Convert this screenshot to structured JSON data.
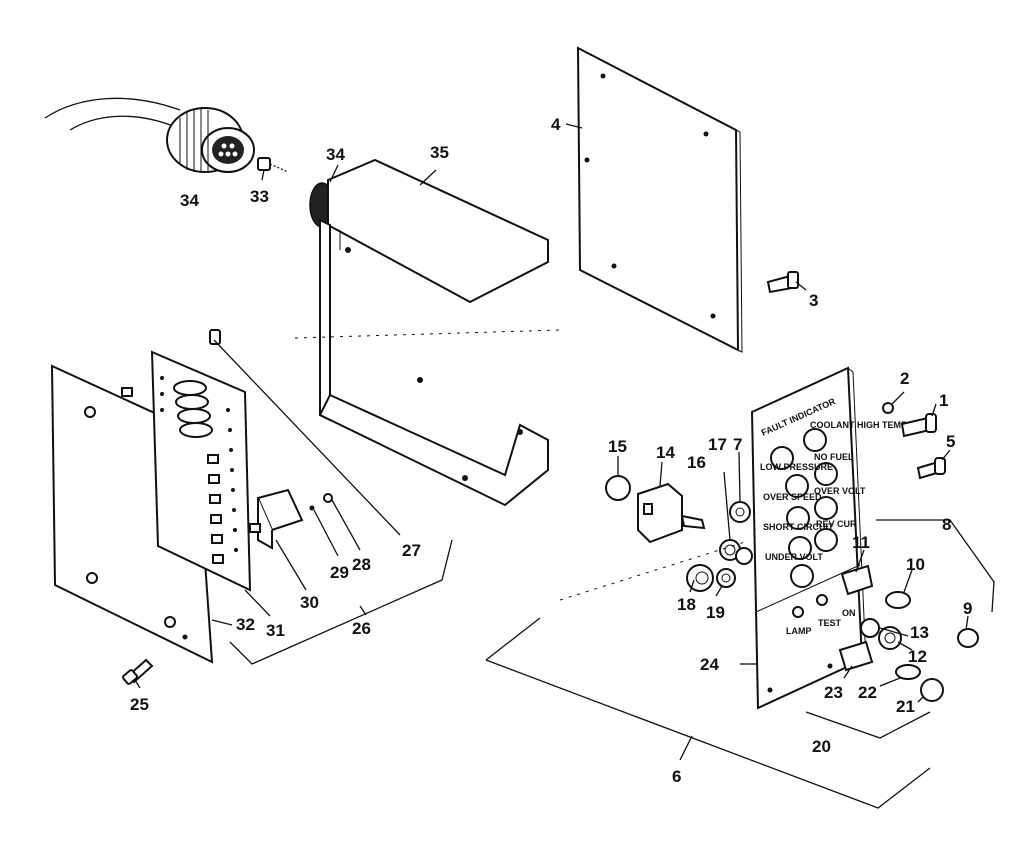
{
  "callouts": {
    "c1": "1",
    "c2": "2",
    "c3": "3",
    "c4": "4",
    "c5": "5",
    "c6": "6",
    "c7": "7",
    "c8": "8",
    "c9": "9",
    "c10": "10",
    "c11": "11",
    "c12": "12",
    "c13": "13",
    "c14": "14",
    "c15": "15",
    "c16": "16",
    "c17": "17",
    "c18": "18",
    "c19": "19",
    "c20": "20",
    "c21": "21",
    "c22": "22",
    "c23": "23",
    "c24": "24",
    "c25": "25",
    "c26": "26",
    "c27": "27",
    "c28": "28",
    "c29": "29",
    "c30": "30",
    "c31": "31",
    "c32": "32",
    "c33": "33",
    "c34a": "34",
    "c34b": "34",
    "c35": "35"
  },
  "panel": {
    "title": "FAULT INDICATOR",
    "labels": {
      "low_pressure": "LOW PRESSURE",
      "over_speed": "OVER SPEED",
      "short_circuit": "SHORT CIRCUIT",
      "under_volt": "UNDER VOLT",
      "coolant_high_temp": "COOLANT HIGH TEMP",
      "no_fuel": "NO FUEL",
      "over_volt": "OVER VOLT",
      "reverse_current": "REV CUR",
      "lamp": "LAMP",
      "test": "TEST",
      "on": "ON"
    }
  }
}
